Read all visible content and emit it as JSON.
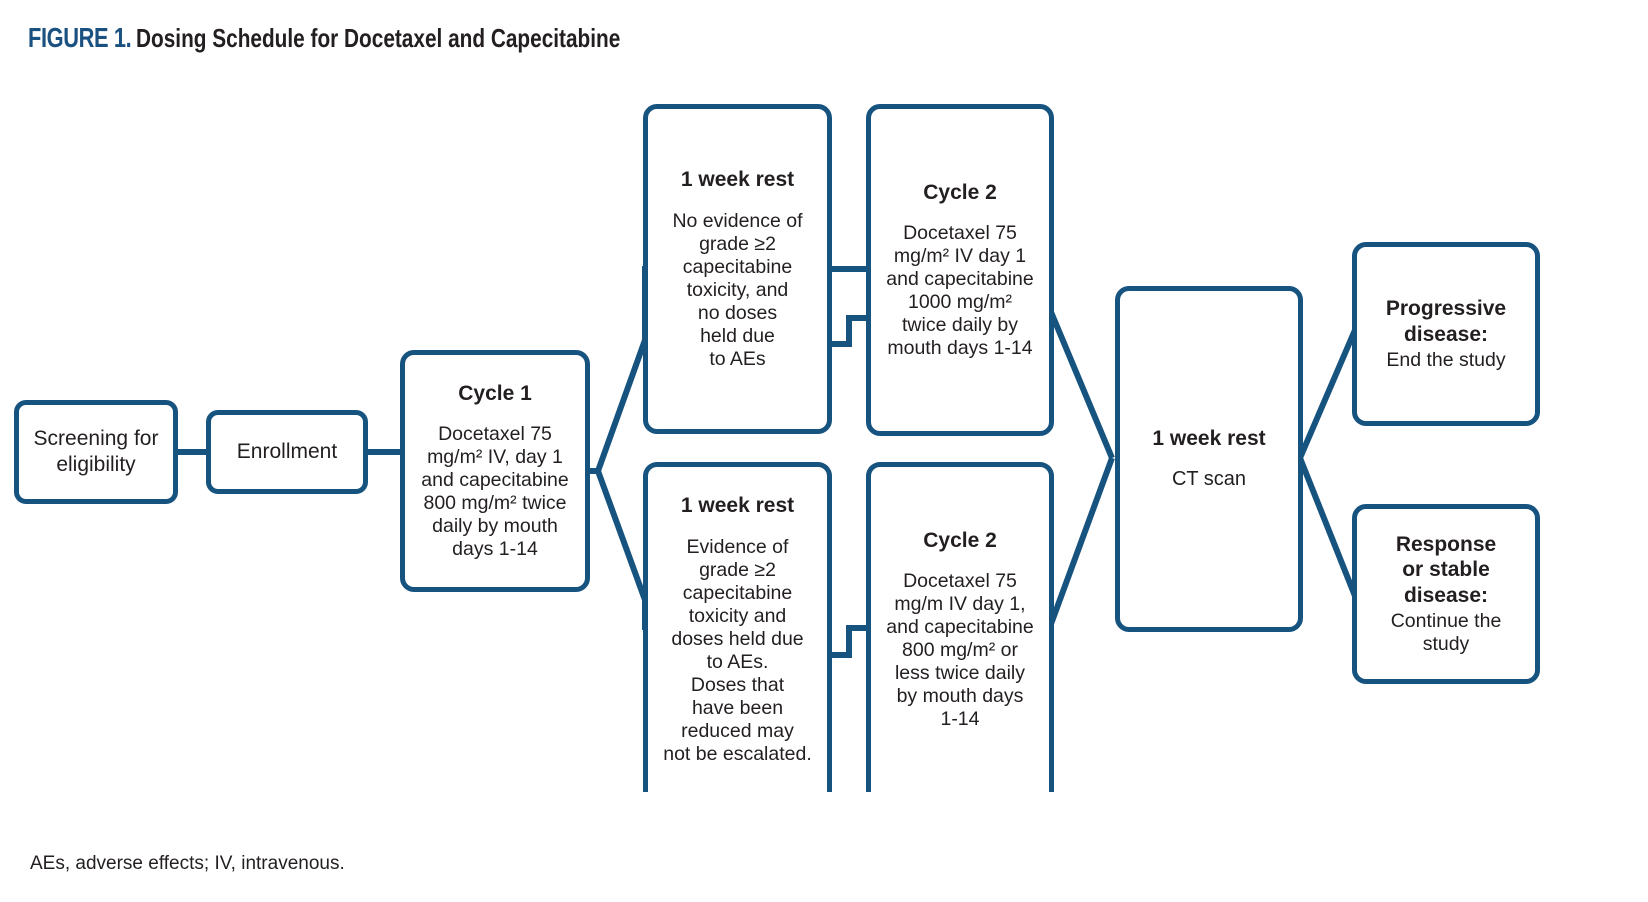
{
  "figure": {
    "label": "FIGURE 1.",
    "title": "Dosing Schedule for Docetaxel and Capecitabine",
    "label_color": "#1b5181",
    "title_color": "#231f20",
    "line_color": "#17537f",
    "background": "#ffffff",
    "footnote": "AEs, adverse effects; IV, intravenous."
  },
  "nodes": {
    "screening": {
      "header": "",
      "body": "Screening for\neligibility"
    },
    "enrollment": {
      "header": "",
      "body": "Enrollment"
    },
    "cycle1": {
      "header": "Cycle 1",
      "body": "Docetaxel 75\nmg/m² IV, day 1\nand capecitabine\n800 mg/m² twice\ndaily by mouth\ndays 1-14"
    },
    "rest_upper": {
      "header": "1 week rest",
      "body": "No evidence of\ngrade ≥2\ncapecitabine\ntoxicity, and\nno doses\nheld due\nto AEs"
    },
    "cycle2_upper": {
      "header": "Cycle 2",
      "body": "Docetaxel 75\nmg/m² IV day 1\nand capecitabine\n1000 mg/m²\ntwice daily by\nmouth days 1-14"
    },
    "rest_lower": {
      "header": "1 week rest",
      "body": "Evidence of\ngrade ≥2\ncapecitabine\ntoxicity and\ndoses held due\nto AEs.\nDoses that\nhave been\nreduced may\nnot be escalated."
    },
    "cycle2_lower": {
      "header": "Cycle 2",
      "body": "Docetaxel 75\nmg/m IV day 1,\nand capecitabine\n800 mg/m² or\nless twice daily\nby mouth days\n1-14"
    },
    "rest_ct": {
      "header": "1 week rest",
      "body": "CT scan"
    },
    "progressive": {
      "header": "Progressive\ndisease:",
      "body": "End the study"
    },
    "response": {
      "header": "Response\nor stable\ndisease:",
      "body": "Continue the\nstudy"
    }
  }
}
